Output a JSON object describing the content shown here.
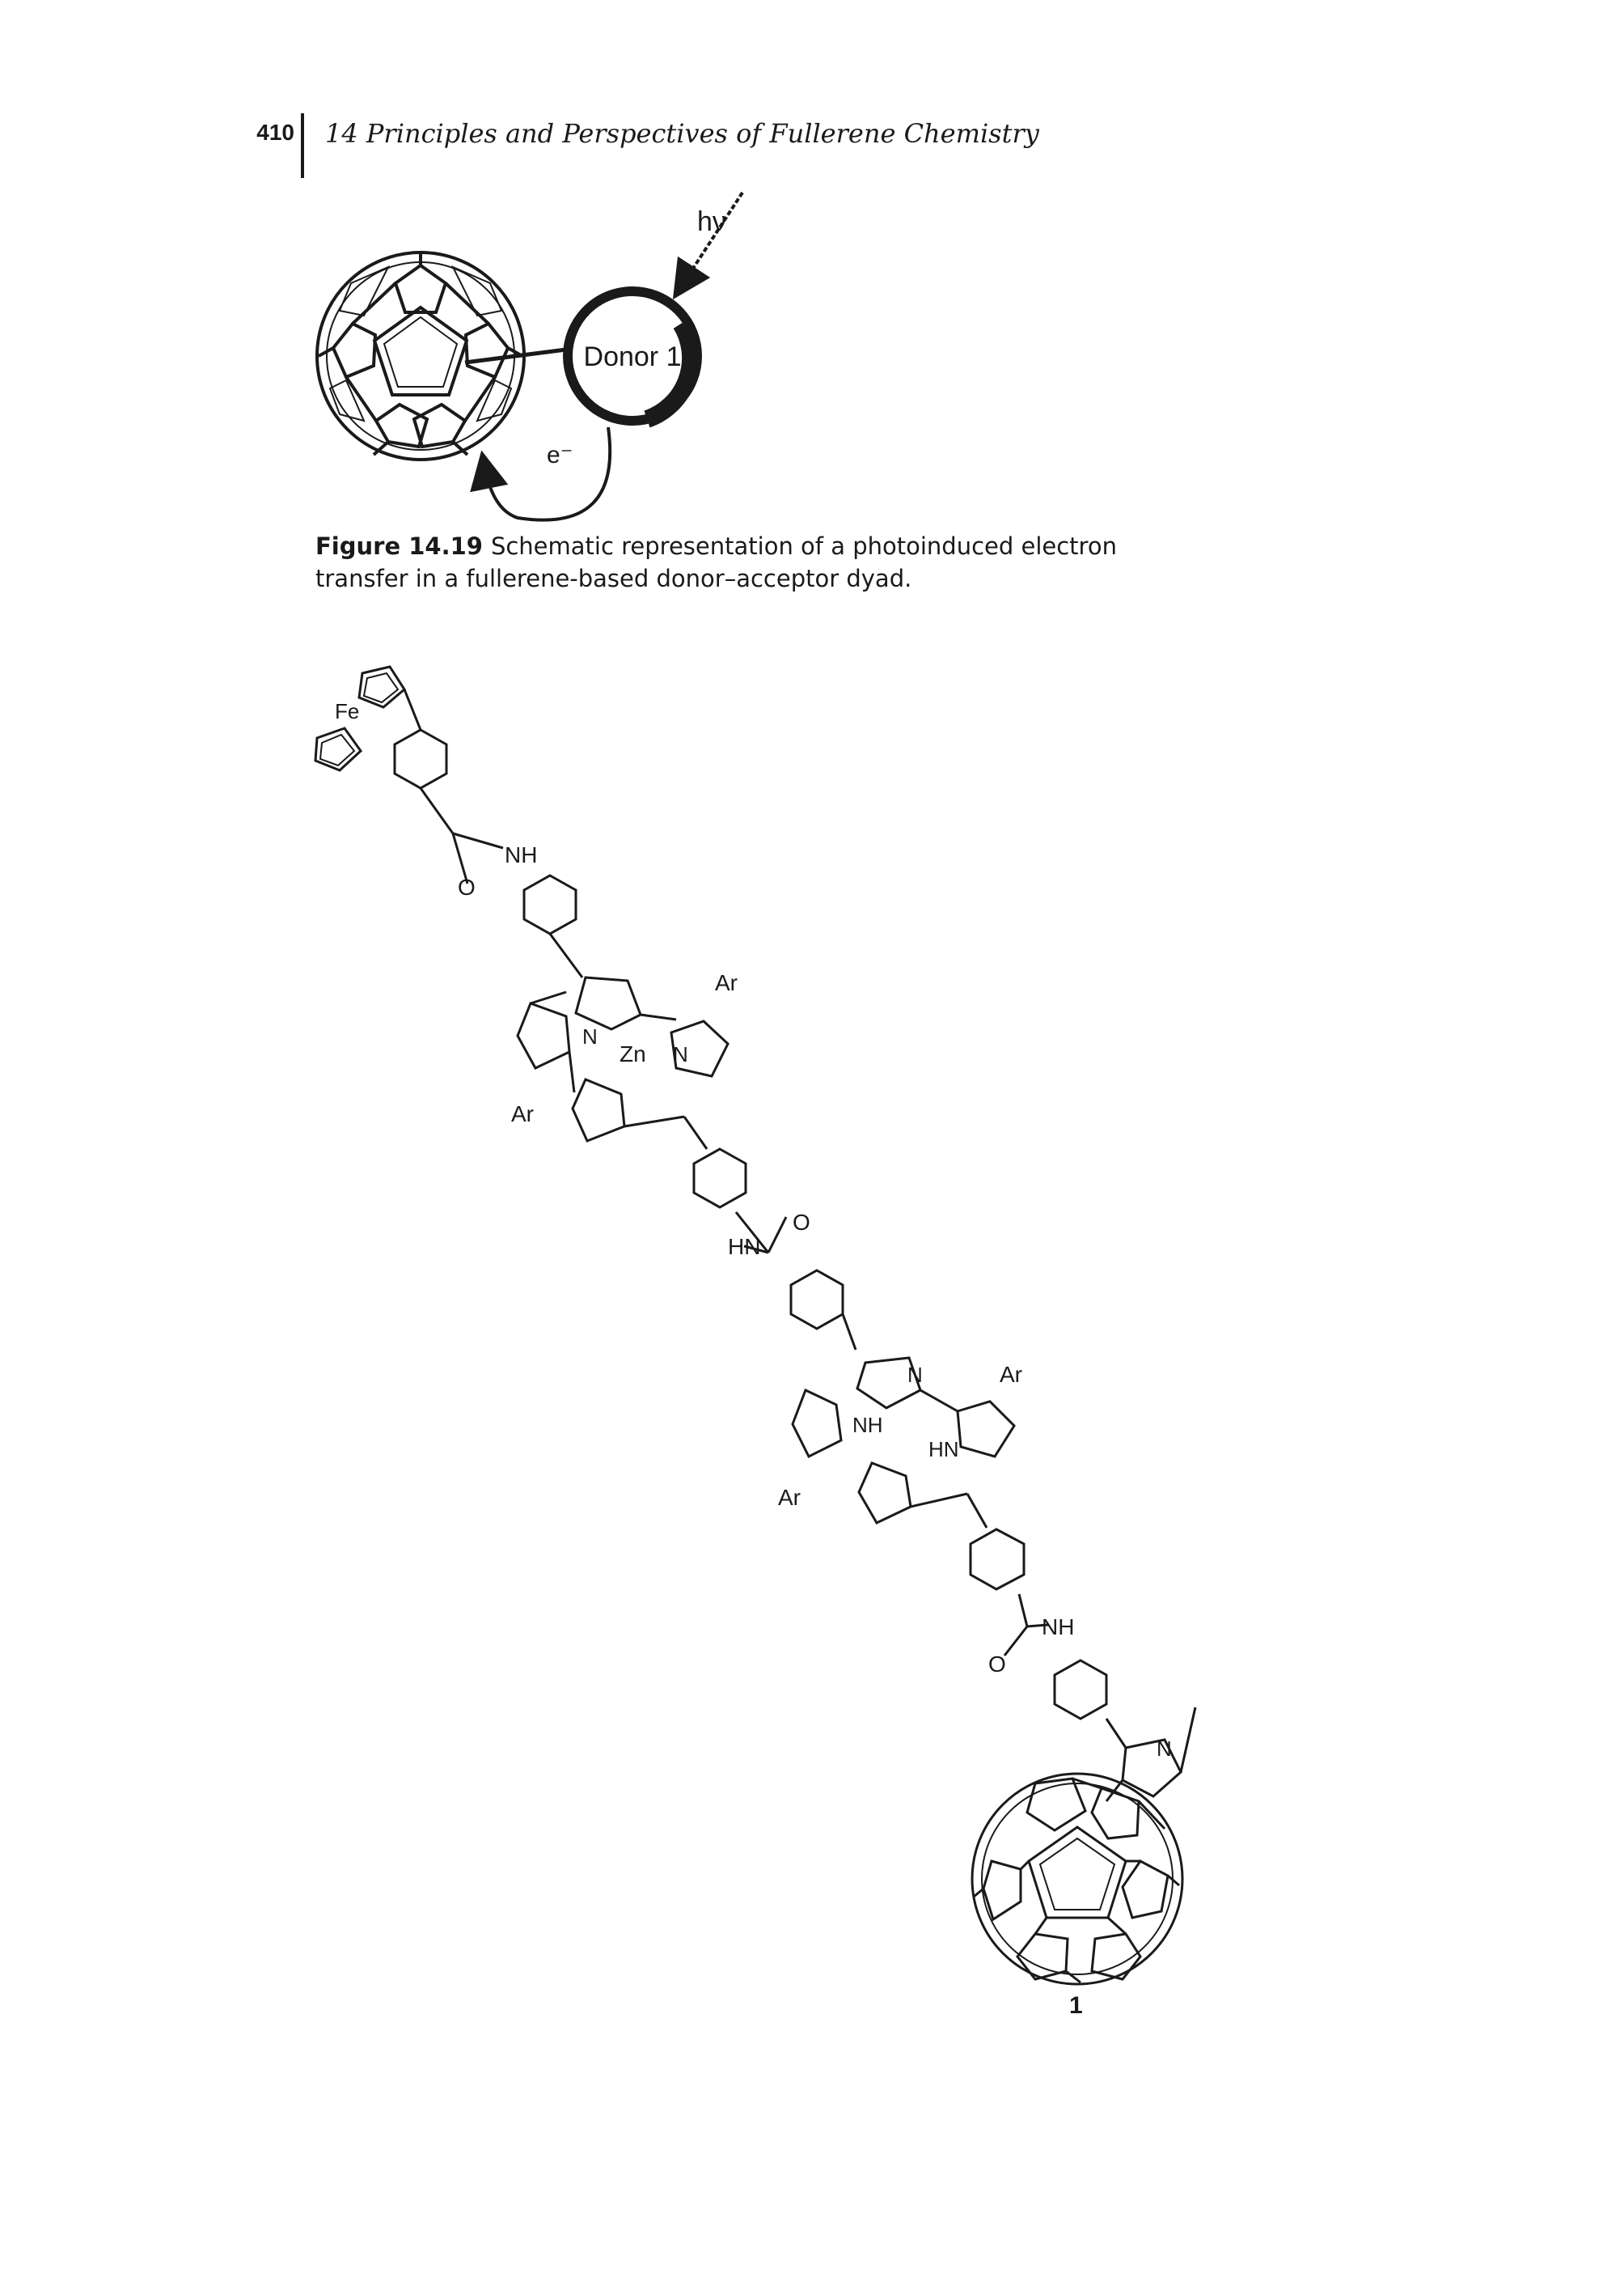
{
  "header": {
    "page_number": "410",
    "running_title": "14 Principles and Perspectives of Fullerene Chemistry"
  },
  "figure_14_19": {
    "donor_label": "Donor 1",
    "light_label": "hν",
    "electron_label": "e⁻",
    "caption_label": "Figure 14.19",
    "caption_text": "Schematic representation of a photoinduced electron transfer in a fullerene-based donor–acceptor dyad."
  },
  "structure_1": {
    "fe_label": "Fe",
    "nh_top": "NH",
    "o_label": "O",
    "zn_label": "Zn",
    "n_label": "N",
    "ar_label": "Ar",
    "hn_label": "HN",
    "nh_label": "NH",
    "compound_number": "1"
  }
}
